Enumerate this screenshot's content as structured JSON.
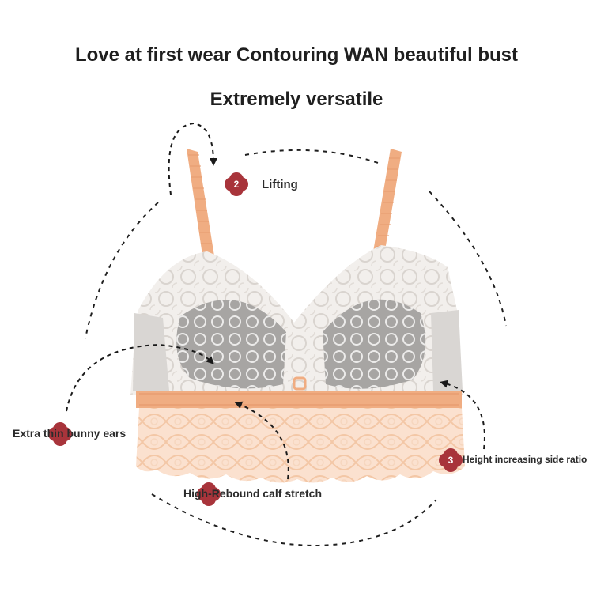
{
  "heading": {
    "line1": "Love at first wear Contouring WAN beautiful bust",
    "line2": "Extremely versatile"
  },
  "features": {
    "lifting": {
      "number": "2",
      "label": "Lifting"
    },
    "side_ratio": {
      "number": "3",
      "label": "Height increasing side ratio"
    },
    "bunny_ears": {
      "label": "Extra thin bunny ears"
    },
    "rebound": {
      "label": "High-Rebound calf stretch"
    }
  },
  "colors": {
    "badge": "#a8343b",
    "strap": "#f0ad82",
    "lace": "#f2efec",
    "cup": "#a7a5a3",
    "arrow": "#1a1a1a"
  }
}
